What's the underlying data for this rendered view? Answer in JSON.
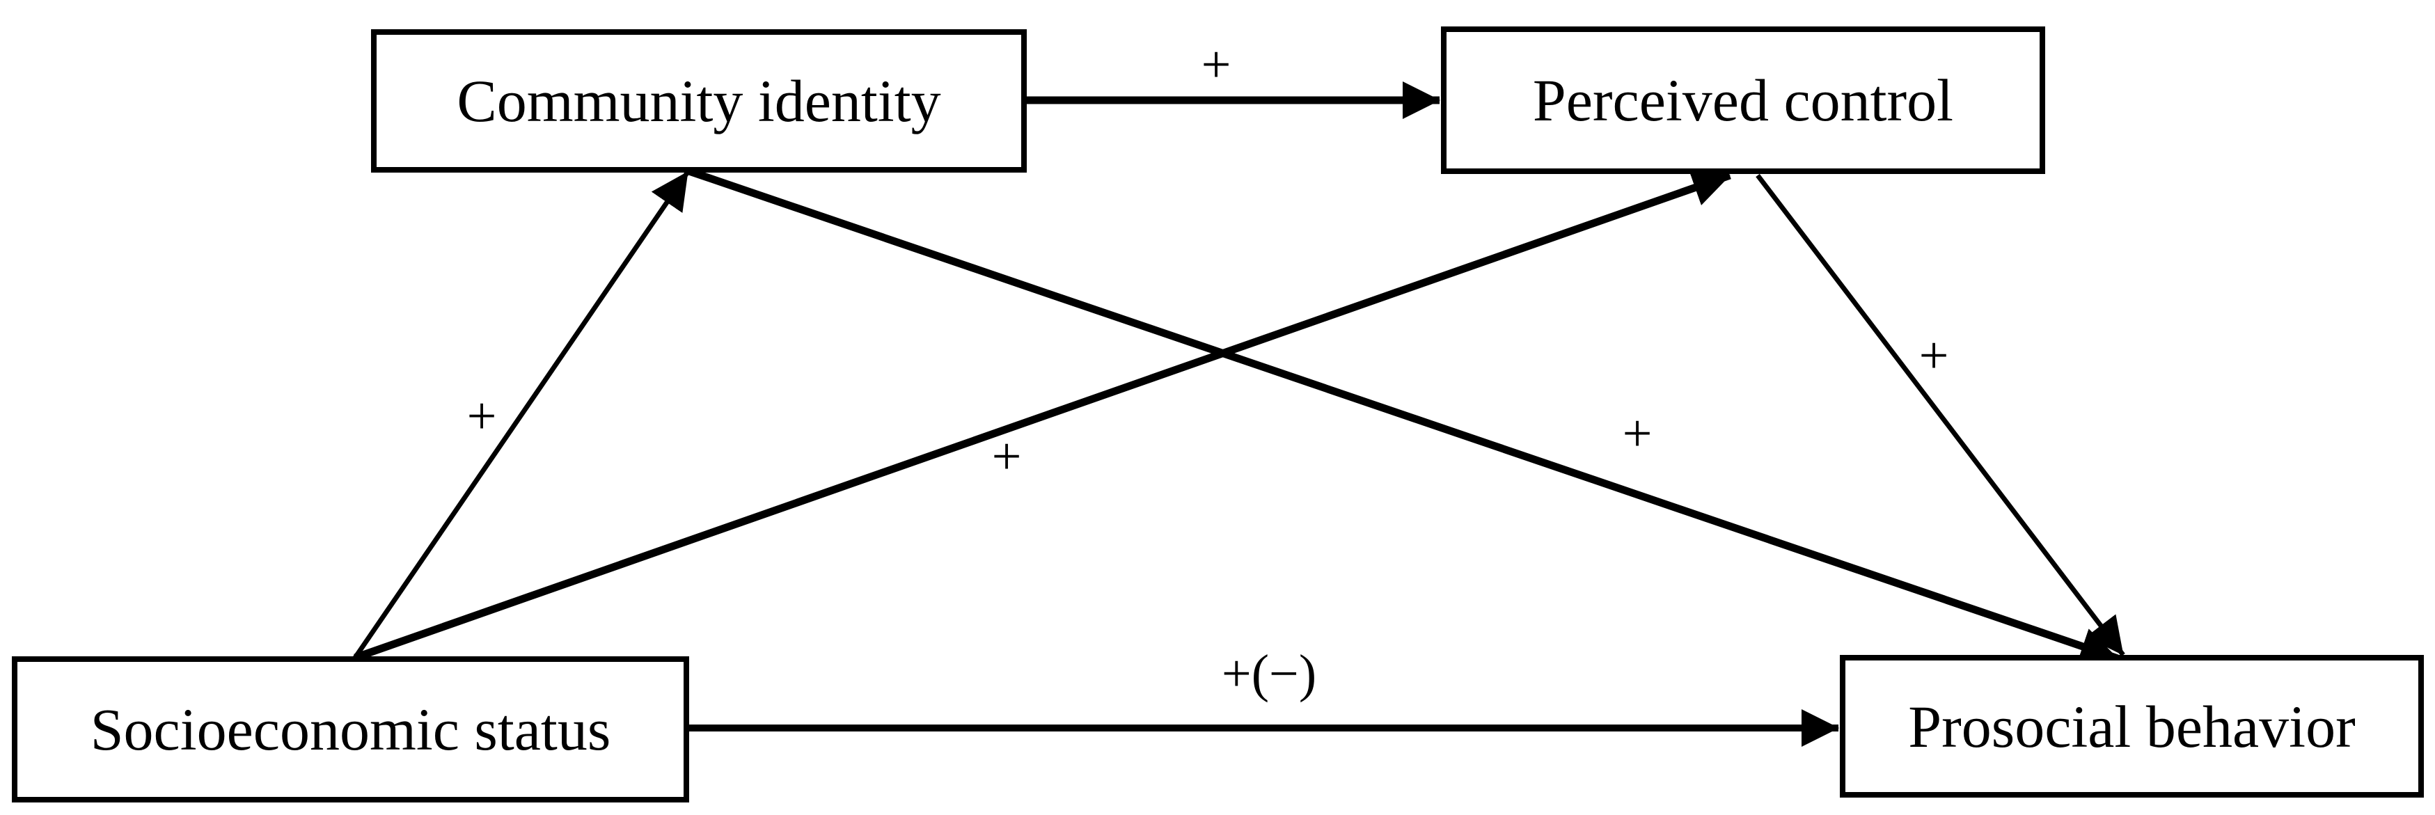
{
  "diagram": {
    "type": "path-model",
    "nodes": [
      {
        "id": "community-identity",
        "label": "Community identity"
      },
      {
        "id": "perceived-control",
        "label": "Perceived control"
      },
      {
        "id": "socioeconomic-status",
        "label": "Socioeconomic status"
      },
      {
        "id": "prosocial-behavior",
        "label": "Prosocial behavior"
      }
    ],
    "edges": [
      {
        "from": "community-identity",
        "to": "perceived-control",
        "label": "+"
      },
      {
        "from": "socioeconomic-status",
        "to": "community-identity",
        "label": "+"
      },
      {
        "from": "socioeconomic-status",
        "to": "perceived-control",
        "label": "+"
      },
      {
        "from": "community-identity",
        "to": "prosocial-behavior",
        "label": "+"
      },
      {
        "from": "perceived-control",
        "to": "prosocial-behavior",
        "label": "+"
      },
      {
        "from": "socioeconomic-status",
        "to": "prosocial-behavior",
        "label": "+(−)"
      }
    ],
    "colors": {
      "line": "#000000",
      "box_border": "#000000",
      "box_fill": "#ffffff",
      "background": "#ffffff",
      "text": "#000000"
    }
  }
}
